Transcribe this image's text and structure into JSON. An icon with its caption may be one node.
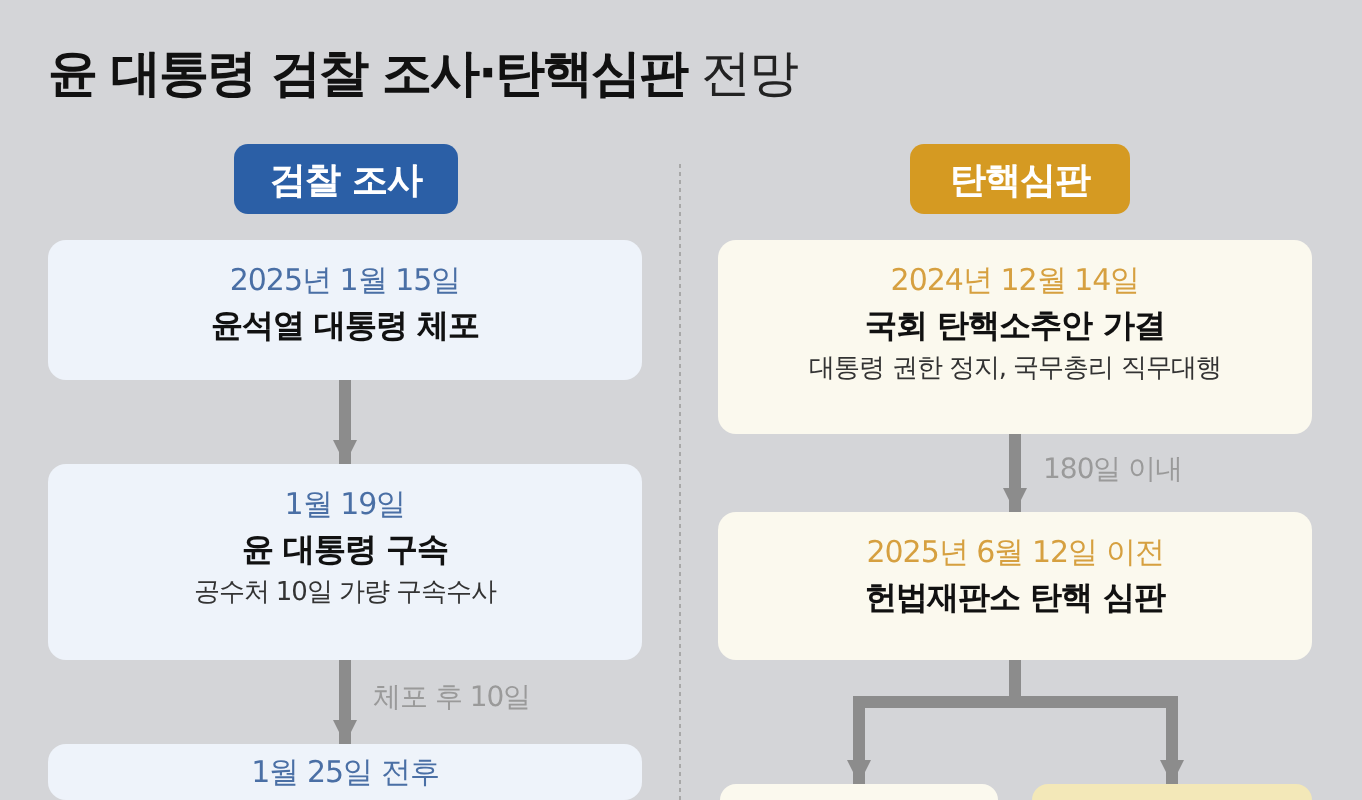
{
  "diagram": {
    "title": "**윤 대통령 검찰 조사·탄핵심판** 전망",
    "nodes": [
      {
        "text": [
          "검찰 조사"
        ]
      },
      {
        "text": [
          "탄핵심판"
        ]
      },
      {
        "text": [
          "2025년 1월 15일",
          "윤석열 대통령 체포"
        ]
      },
      {
        "text": [
          "1월 19일",
          "윤 대통령 구속",
          "공수처 10일 가량 구속수사"
        ]
      },
      {
        "text": [
          "1월 25일 전후"
        ]
      },
      {
        "text": [
          "2024년 12월 14일",
          "국회 탄핵소추안 가결",
          "대통령 권한 정지, 국무총리 직무대행"
        ]
      },
      {
        "text": [
          "2025년 6월 12일 이전",
          "헌법재판소 탄핵 심판"
        ]
      },
      {
        "text": [],
        "shape": "box"
      },
      {
        "text": [],
        "shape": "box"
      }
    ],
    "edges": [
      {
        "from": 2,
        "to": 3,
        "arrow": "to"
      },
      {
        "from": 3,
        "to": 4,
        "arrow": "to",
        "label": "체포 후 10일"
      },
      {
        "from": 5,
        "to": 6,
        "arrow": "to",
        "label": "180일 이내"
      },
      {
        "from": 6,
        "to": 7,
        "arrow": "to"
      },
      {
        "from": 6,
        "to": 8,
        "arrow": "to"
      }
    ]
  }
}
